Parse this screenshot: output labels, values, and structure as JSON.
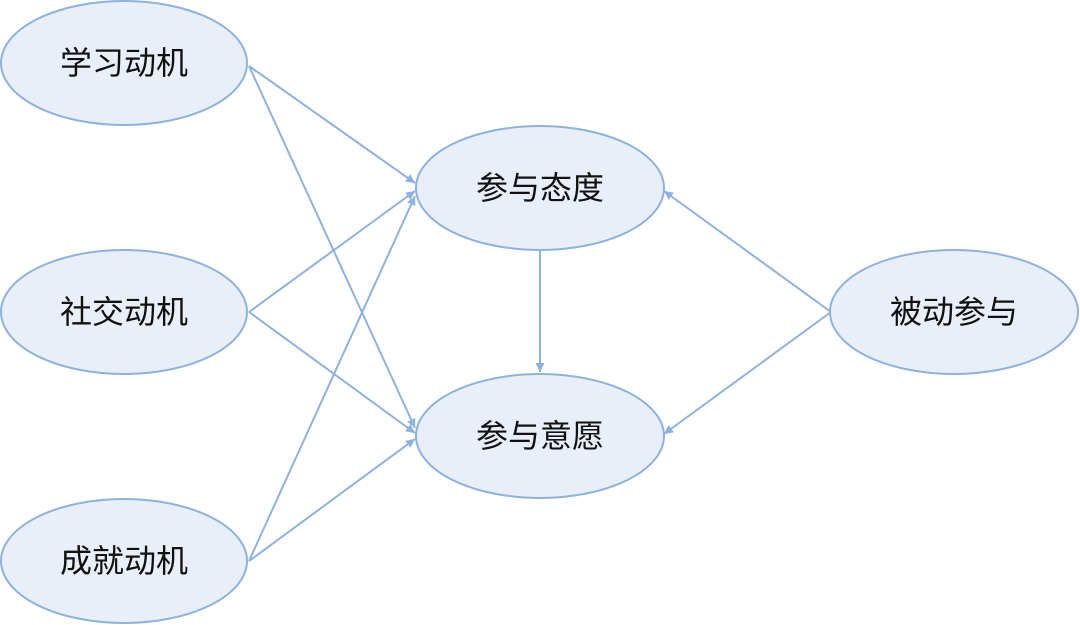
{
  "colors": {
    "node_fill": "#e8eff9",
    "node_stroke": "#8eb2dc",
    "edge": "#8eb2dc",
    "text": "#111111"
  },
  "nodes": {
    "learning": {
      "label": "学习动机"
    },
    "social": {
      "label": "社交动机"
    },
    "achievement": {
      "label": "成就动机"
    },
    "attitude": {
      "label": "参与态度"
    },
    "willingness": {
      "label": "参与意愿"
    },
    "passive": {
      "label": "被动参与"
    }
  },
  "edges": [
    {
      "from": "learning",
      "to": "attitude"
    },
    {
      "from": "learning",
      "to": "willingness"
    },
    {
      "from": "social",
      "to": "attitude"
    },
    {
      "from": "social",
      "to": "willingness"
    },
    {
      "from": "achievement",
      "to": "attitude"
    },
    {
      "from": "achievement",
      "to": "willingness"
    },
    {
      "from": "attitude",
      "to": "willingness"
    },
    {
      "from": "passive",
      "to": "attitude"
    },
    {
      "from": "passive",
      "to": "willingness"
    }
  ]
}
